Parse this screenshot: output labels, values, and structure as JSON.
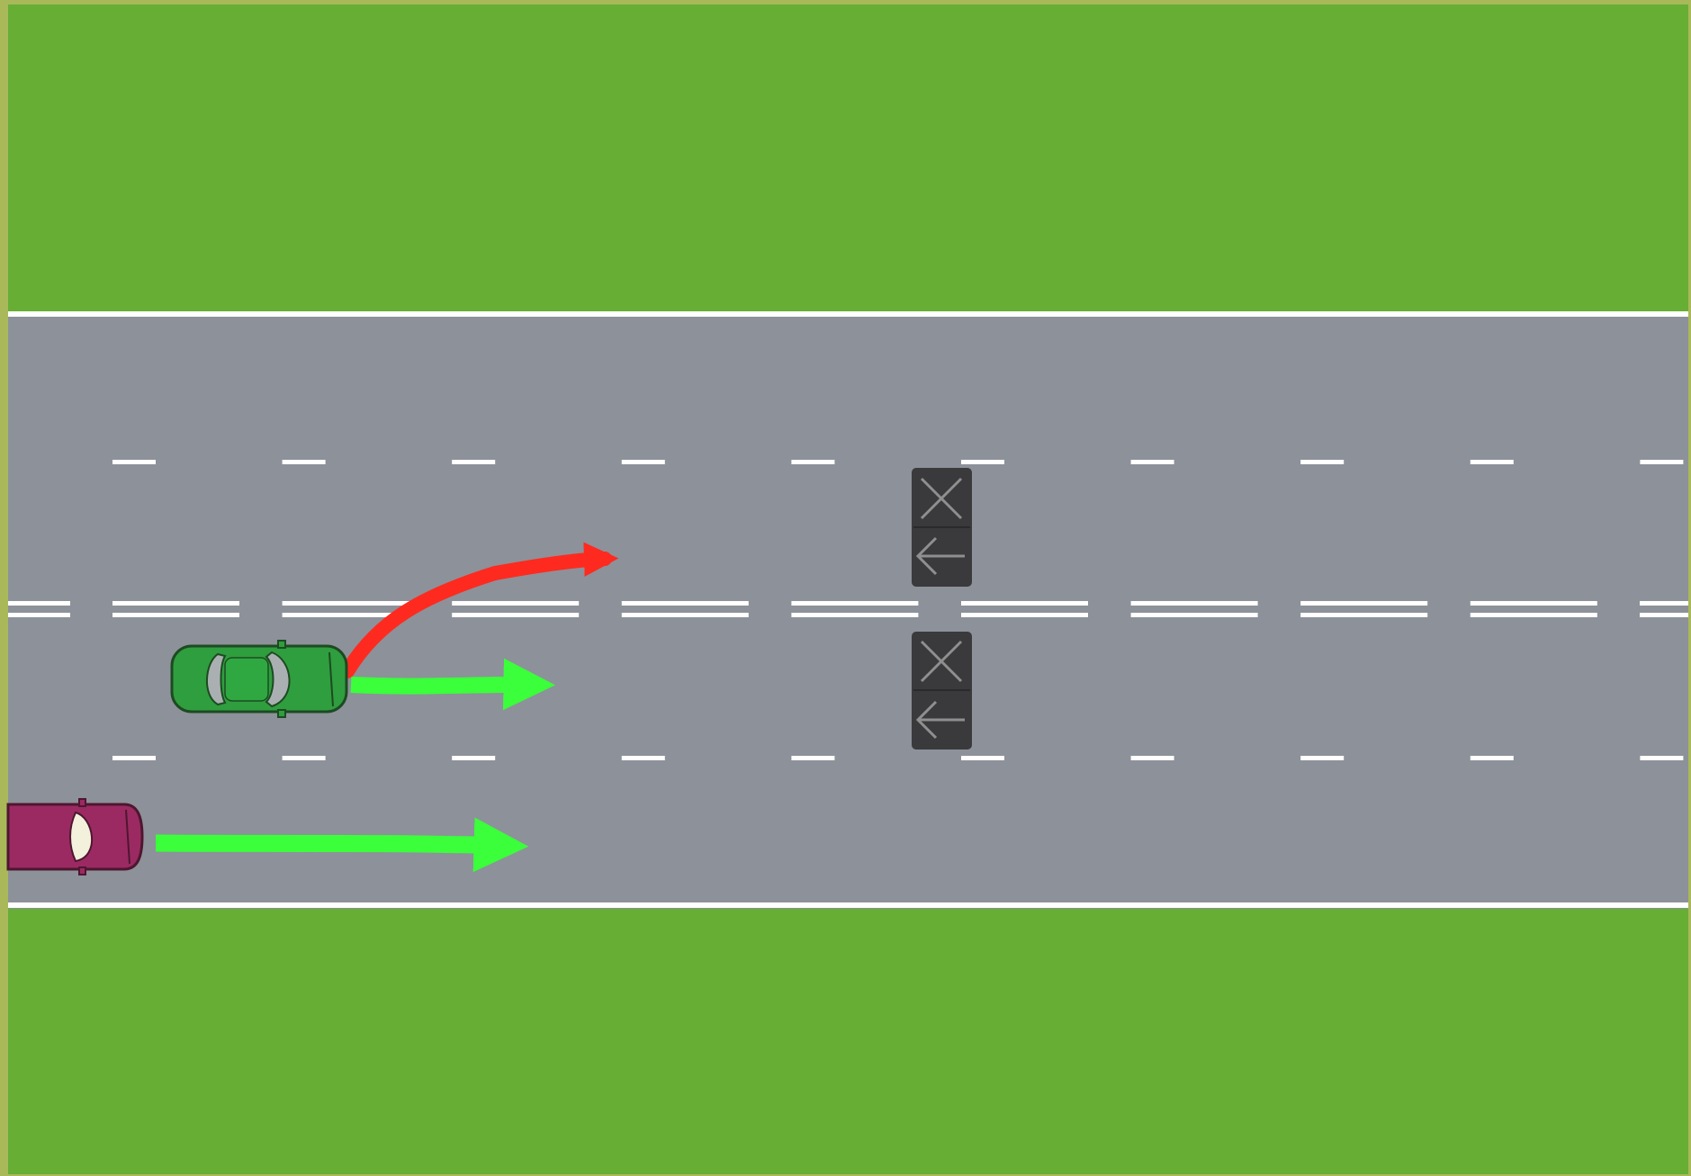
{
  "scene": {
    "colors": {
      "frame": "#a9b95a",
      "grass": "#67ae35",
      "road": "#8d9199",
      "marking": "#ffffff",
      "sign_panel": "#3a3a3c",
      "sign_symbol": "#8f8f8f",
      "arrow_allowed": "#3aff3a",
      "arrow_forbidden": "#ff2a1f",
      "green_car_body": "#2f9e3e",
      "green_car_roof": "#2fa841",
      "green_car_glass": "#aab0b2",
      "maroon_car_body": "#9b2a62",
      "maroon_car_glass": "#f3f0dc"
    },
    "lanes": [
      {
        "id": "top-lane",
        "direction": "opposite"
      },
      {
        "id": "upper-middle-lane",
        "direction": "opposite"
      },
      {
        "id": "lower-middle-lane",
        "direction": "forward"
      },
      {
        "id": "bottom-lane",
        "direction": "forward"
      }
    ],
    "lane_signals": [
      {
        "id": "signal-upper-middle-lane",
        "symbols": [
          "cross",
          "left-arrow"
        ]
      },
      {
        "id": "signal-lower-middle-lane",
        "symbols": [
          "cross",
          "left-arrow"
        ]
      }
    ],
    "vehicles": [
      {
        "id": "green-car",
        "color": "green",
        "lane": "lower-middle-lane"
      },
      {
        "id": "maroon-car",
        "color": "maroon",
        "lane": "bottom-lane"
      }
    ],
    "paths": [
      {
        "id": "green-car-lane-change",
        "vehicle": "green-car",
        "allowed": false
      },
      {
        "id": "green-car-straight",
        "vehicle": "green-car",
        "allowed": true
      },
      {
        "id": "maroon-car-straight",
        "vehicle": "maroon-car",
        "allowed": true
      }
    ]
  }
}
